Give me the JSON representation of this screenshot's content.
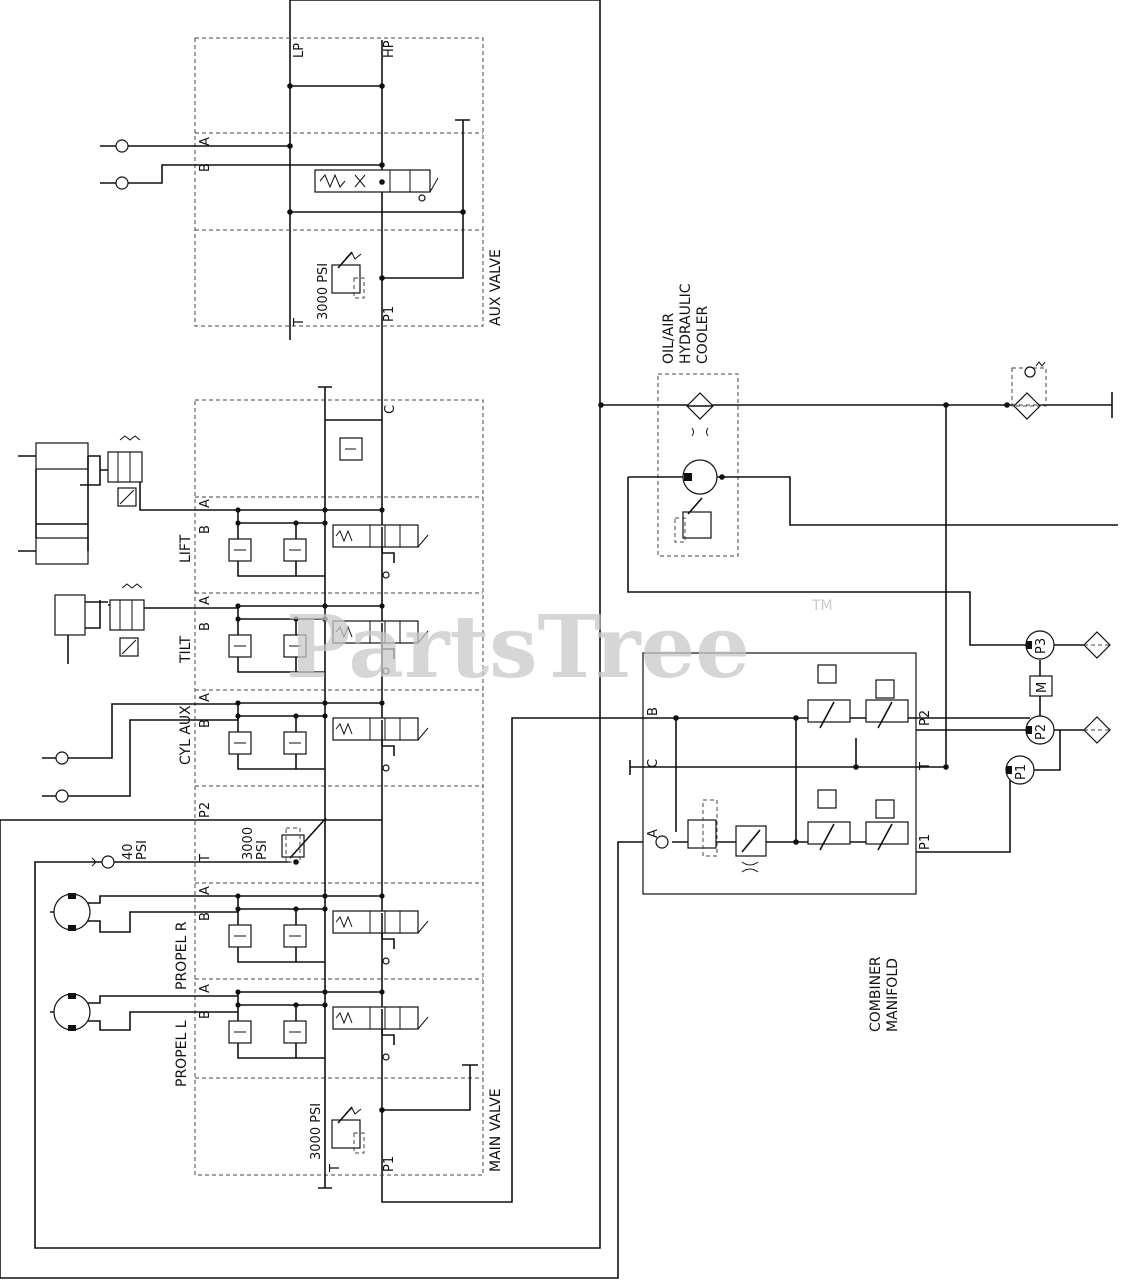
{
  "watermark": {
    "text": "PartsTree",
    "tm": "TM"
  },
  "aux_valve": {
    "title": "AUX VALVE",
    "ports": {
      "lp": "LP",
      "hp": "HP",
      "a": "A",
      "b": "B",
      "t": "T",
      "p1": "P1"
    },
    "relief": "3000 PSI"
  },
  "main_valve": {
    "title": "MAIN VALVE",
    "port_c": "C",
    "sections": [
      {
        "name": "LIFT",
        "a": "A",
        "b": "B"
      },
      {
        "name": "TILT",
        "a": "A",
        "b": "B"
      },
      {
        "name": "CYL AUX",
        "a": "A",
        "b": "B"
      },
      {
        "name": "PROPEL R",
        "a": "A",
        "b": "B"
      },
      {
        "name": "PROPEL L",
        "a": "A",
        "b": "B"
      }
    ],
    "port_p2": "P2",
    "port_t_mid": "T",
    "mid_relief": "3000",
    "mid_relief_unit": "PSI",
    "check_value": "40",
    "check_unit": "PSI",
    "relief": "3000 PSI",
    "port_t": "T",
    "port_p1": "P1"
  },
  "cooler": {
    "line1": "OIL/AIR",
    "line2": "HYDRAULIC",
    "line3": "COOLER"
  },
  "combiner": {
    "line1": "COMBINER",
    "line2": "MANIFOLD",
    "ports": {
      "b": "B",
      "c": "C",
      "a": "A",
      "p2": "P2",
      "t": "T",
      "p1": "P1"
    }
  },
  "pumps": {
    "p1": "P1",
    "p2": "P2",
    "p3": "P3",
    "motor": "M"
  }
}
